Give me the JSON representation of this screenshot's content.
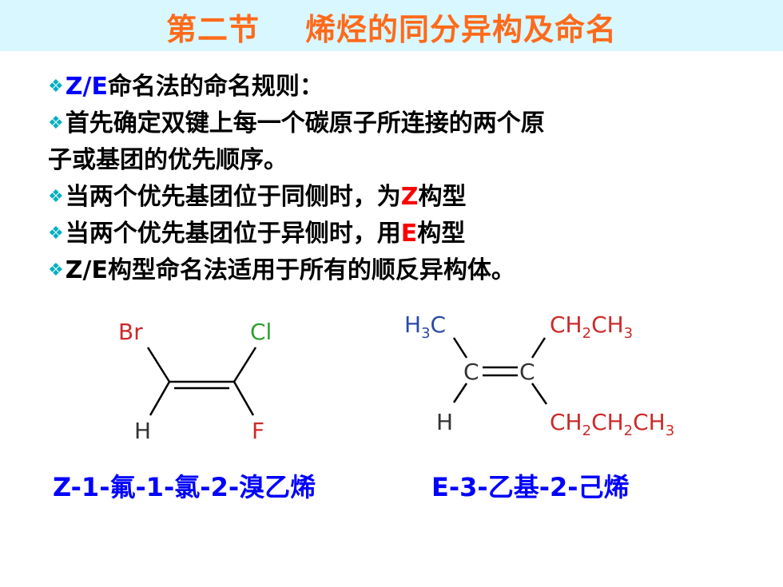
{
  "header": {
    "title": "第二节    烯烃的同分异构及命名"
  },
  "bullets": {
    "b1": {
      "prefix": "Z/E",
      "text": "命名法的命名规则："
    },
    "b2": {
      "text": "首先确定双键上每一个碳原子所连接的两个原",
      "cont": "子或基团的优先顺序。"
    },
    "b3": {
      "before": "当两个优先基团位于同侧时，为",
      "letter": "Z",
      "after": "构型"
    },
    "b4": {
      "before": "当两个优先基团位于异侧时，用",
      "letter": "E",
      "after": "构型"
    },
    "b5": {
      "text": "Z/E构型命名法适用于所有的顺反异构体。"
    }
  },
  "molecule1": {
    "br": "Br",
    "cl": "Cl",
    "h": "H",
    "f": "F",
    "caption": "Z-1-氟-1-氯-2-溴乙烯"
  },
  "molecule2": {
    "h3c": "H",
    "h3c_sub": "3",
    "h3c_c": "C",
    "c1": "C",
    "c2": "C",
    "h": "H",
    "ethyl": [
      "CH",
      "2",
      "CH",
      "3"
    ],
    "propyl": [
      "CH",
      "2",
      "CH",
      "2",
      "CH",
      "3"
    ],
    "caption": "E-3-乙基-2-己烯"
  },
  "colors": {
    "title": "#ff6a1a",
    "title_bg": "#d9f7ff",
    "bullet": "#00b0c0",
    "caption": "#0000ff",
    "red_atom": "#cc0000",
    "blue_atom": "#2a4aa8"
  }
}
